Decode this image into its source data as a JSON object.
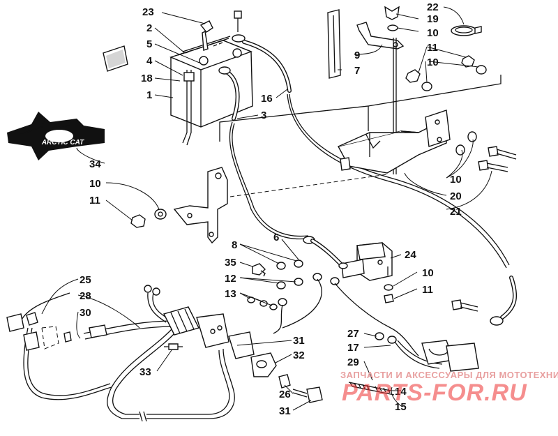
{
  "callouts": [
    {
      "id": "c23",
      "text": "23"
    },
    {
      "id": "c2",
      "text": "2"
    },
    {
      "id": "c5",
      "text": "5"
    },
    {
      "id": "c4",
      "text": "4"
    },
    {
      "id": "c18",
      "text": "18"
    },
    {
      "id": "c1",
      "text": "1"
    },
    {
      "id": "c3",
      "text": "3"
    },
    {
      "id": "c16",
      "text": "16"
    },
    {
      "id": "c7",
      "text": "7"
    },
    {
      "id": "c9",
      "text": "9"
    },
    {
      "id": "c22",
      "text": "22"
    },
    {
      "id": "c19",
      "text": "19"
    },
    {
      "id": "c10a",
      "text": "10"
    },
    {
      "id": "c11a",
      "text": "11"
    },
    {
      "id": "c10b",
      "text": "10"
    },
    {
      "id": "c34",
      "text": "34"
    },
    {
      "id": "c10c",
      "text": "10"
    },
    {
      "id": "c11c",
      "text": "11"
    },
    {
      "id": "c10d",
      "text": "10"
    },
    {
      "id": "c20",
      "text": "20"
    },
    {
      "id": "c21",
      "text": "21"
    },
    {
      "id": "c8",
      "text": "8"
    },
    {
      "id": "c6",
      "text": "6"
    },
    {
      "id": "c35",
      "text": "35"
    },
    {
      "id": "c12",
      "text": "12"
    },
    {
      "id": "c13",
      "text": "13"
    },
    {
      "id": "c24",
      "text": "24"
    },
    {
      "id": "c10e",
      "text": "10"
    },
    {
      "id": "c11e",
      "text": "11"
    },
    {
      "id": "c25",
      "text": "25"
    },
    {
      "id": "c28",
      "text": "28"
    },
    {
      "id": "c30",
      "text": "30"
    },
    {
      "id": "c33",
      "text": "33"
    },
    {
      "id": "c31a",
      "text": "31"
    },
    {
      "id": "c32",
      "text": "32"
    },
    {
      "id": "c27",
      "text": "27"
    },
    {
      "id": "c17",
      "text": "17"
    },
    {
      "id": "c29",
      "text": "29"
    },
    {
      "id": "c14",
      "text": "14"
    },
    {
      "id": "c15",
      "text": "15"
    },
    {
      "id": "c26",
      "text": "26"
    },
    {
      "id": "c31b",
      "text": "31"
    }
  ],
  "watermark": {
    "line1": "ЗАПЧАСТИ И АКСЕССУАРЫ ДЛЯ МОТОТЕХНИКИ",
    "line2": "PARTS-FOR.RU",
    "color": "#e33333"
  },
  "logo": {
    "text": "ARCTIC CAT"
  }
}
